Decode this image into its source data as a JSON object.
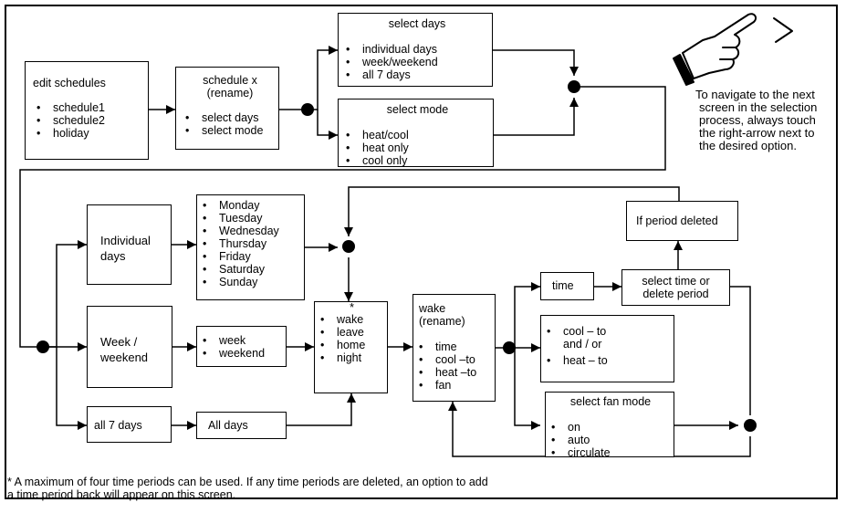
{
  "edit_schedules": {
    "title": "edit schedules",
    "items": [
      "schedule1",
      "schedule2",
      "holiday"
    ]
  },
  "schedule_x": {
    "title_line1": "schedule x",
    "title_line2": "(rename)",
    "items": [
      "select days",
      "select mode"
    ]
  },
  "select_days": {
    "title": "select days",
    "items": [
      "individual days",
      "week/weekend",
      "all 7 days"
    ]
  },
  "select_mode": {
    "title": "select mode",
    "items": [
      "heat/cool",
      "heat only",
      "cool only"
    ]
  },
  "navigation_note": {
    "lines": [
      "To navigate to the next",
      "screen in the selection",
      "process, always touch",
      "the right-arrow next to",
      "the desired option."
    ]
  },
  "individual_days": {
    "line1": "Individual",
    "line2": "days"
  },
  "days_list": {
    "items": [
      "Monday",
      "Tuesday",
      "Wednesday",
      "Thursday",
      "Friday",
      "Saturday",
      "Sunday"
    ]
  },
  "week_weekend": {
    "line1": "Week /",
    "line2": "weekend"
  },
  "week_list": {
    "items": [
      "week",
      "weekend"
    ]
  },
  "all_7_days": {
    "label": "all 7 days"
  },
  "all_days": {
    "label": "All days"
  },
  "periods": {
    "marker": "*",
    "items": [
      "wake",
      "leave",
      "home",
      "night"
    ]
  },
  "wake_rename": {
    "title_line1": "wake",
    "title_line2": "(rename)",
    "items": [
      "time",
      "cool –to",
      "heat –to",
      "fan"
    ]
  },
  "if_period_deleted": {
    "label": "If period deleted"
  },
  "time": {
    "label": "time"
  },
  "select_time": {
    "line1": "select time or",
    "line2": "delete period"
  },
  "cool_heat": {
    "item1": "cool – to",
    "joiner": "and / or",
    "item2": "heat – to"
  },
  "select_fan_mode": {
    "title": "select fan mode",
    "items": [
      "on",
      "auto",
      "circulate"
    ]
  },
  "footnote": {
    "line1": "* A maximum of four time periods can be used. If any time periods are deleted, an option to add",
    "line2": "a time period back will appear on this screen."
  }
}
